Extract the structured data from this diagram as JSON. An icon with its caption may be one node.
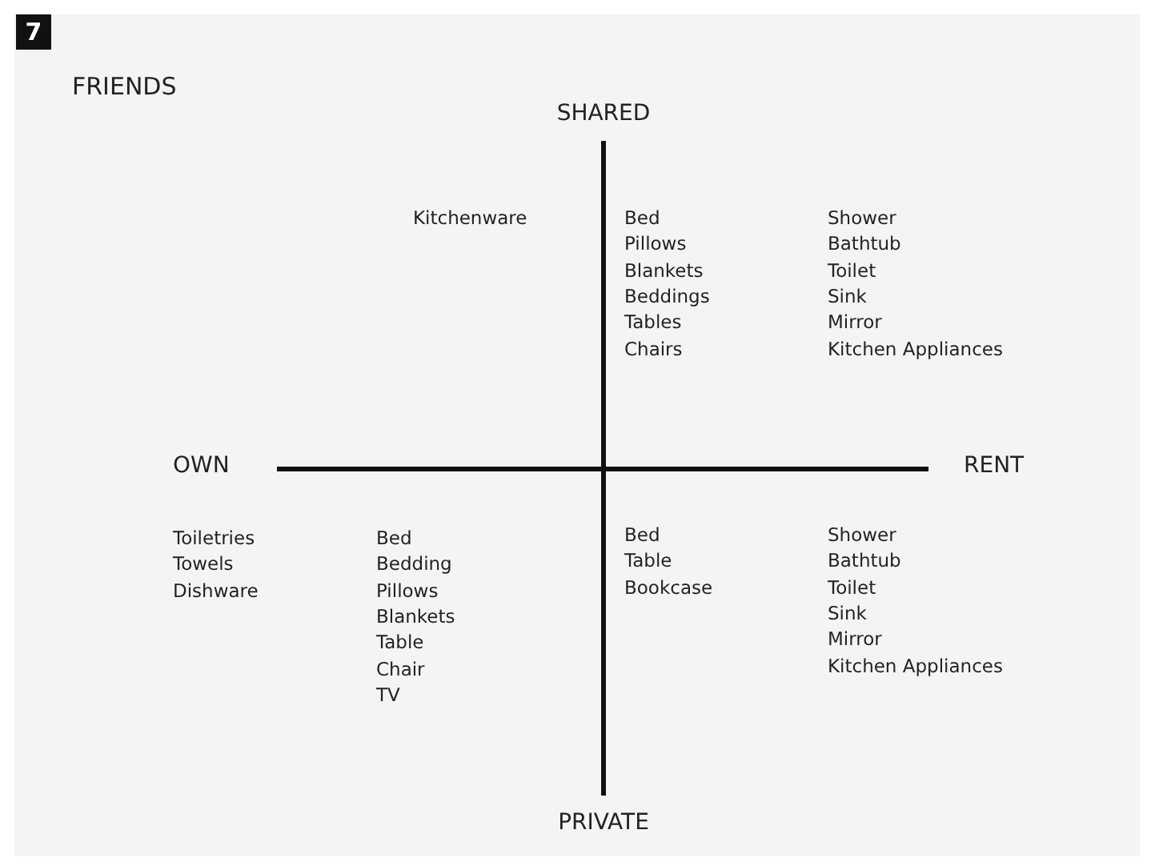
{
  "diagram": {
    "title": "FRIENDS",
    "labels": [
      "7",
      "SHARED",
      "Kitchenware",
      "Bed",
      "Pillows",
      "Blankets",
      "Beddings",
      "Tables",
      "Chairs",
      "Shower",
      "Bathtub",
      "Toilet",
      "Sink",
      "Mirror",
      "Kitchen Appliances",
      "OWN",
      "RENT",
      "Toiletries",
      "Towels",
      "Dishware",
      "Bed",
      "Bedding",
      "Pillows",
      "Blankets",
      "Table",
      "Chair",
      "TV",
      "Bed",
      "Table",
      "Bookcase",
      "Shower",
      "Bathtub",
      "Toilet",
      "Sink",
      "Mirror",
      "Kitchen Appliances",
      "PRIVATE"
    ]
  }
}
